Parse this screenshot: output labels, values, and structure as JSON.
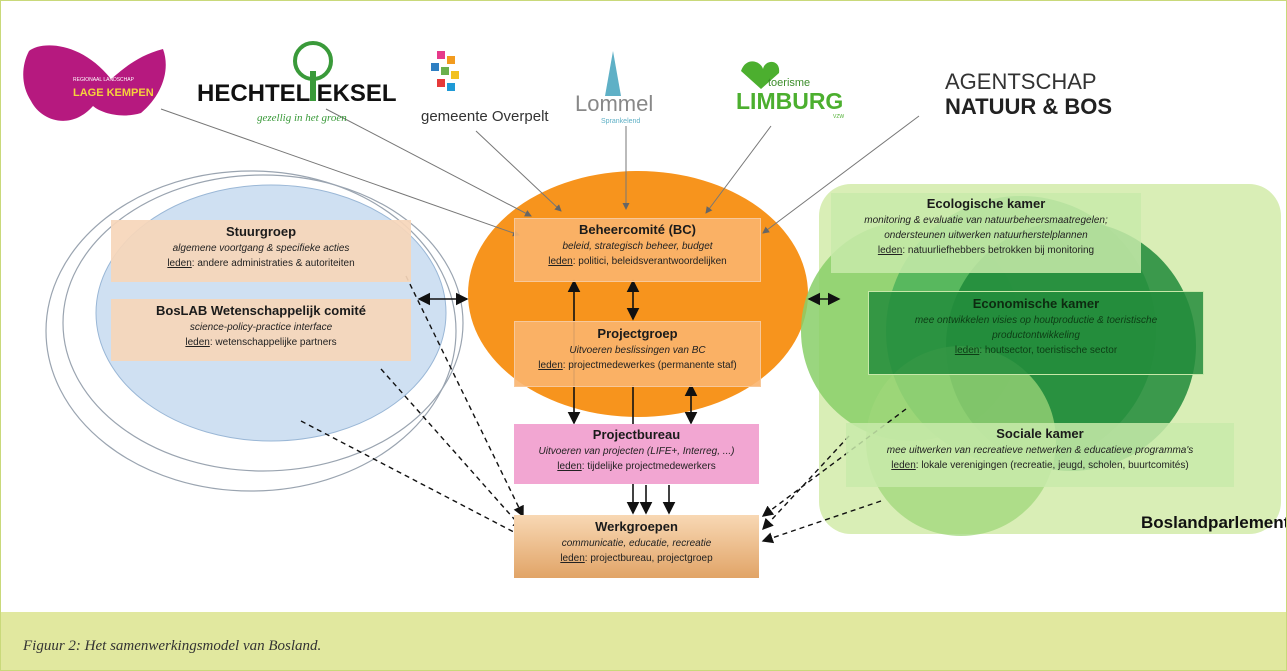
{
  "logos": {
    "lage_kempen": {
      "small": "REGIONAAL LANDSCHAP",
      "main": "LAGE KEMPEN"
    },
    "hechtel": {
      "main": "HECHTEL EKSEL",
      "tagline": "gezellig in het groen"
    },
    "overpelt": {
      "main": "gemeente Overpelt"
    },
    "lommel": {
      "main": "Lommel",
      "sub": "Sprankelend"
    },
    "toerisme": {
      "top": "toerisme",
      "main": "LIMBURG",
      "small": "VZW"
    },
    "anb": {
      "line1": "AGENTSCHAP",
      "line2": "NATUUR & BOS"
    }
  },
  "left": {
    "stuurgroep": {
      "title": "Stuurgroep",
      "desc": "algemene voortgang & specifieke acties",
      "members_label": "leden",
      "members": ": andere administraties & autoriteiten"
    },
    "boslab": {
      "title": "BosLAB Wetenschappelijk comité",
      "desc": "science-policy-practice interface",
      "members_label": "leden",
      "members": ": wetenschappelijke partners"
    }
  },
  "center": {
    "bc": {
      "title": "Beheercomité (BC)",
      "desc": "beleid, strategisch beheer, budget",
      "members_label": "leden",
      "members": ": politici, beleidsverantwoordelijken"
    },
    "projectgroep": {
      "title": "Projectgroep",
      "desc": "Uitvoeren beslissingen van BC",
      "members_label": "leden",
      "members": ": projectmedewerkes (permanente staf)"
    },
    "projectbureau": {
      "title": "Projectbureau",
      "desc": "Uitvoeren van projecten (LIFE+, Interreg, ...)",
      "members_label": "leden",
      "members": ": tijdelijke projectmedewerkers"
    },
    "werkgroepen": {
      "title": "Werkgroepen",
      "desc": "communicatie, educatie, recreatie",
      "members_label": "leden",
      "members": ": projectbureau, projectgroep"
    }
  },
  "right": {
    "ecologische": {
      "title": "Ecologische kamer",
      "desc1": "monitoring & evaluatie van natuurbeheersmaatregelen;",
      "desc2": "ondersteunen uitwerken natuurherstelplannen",
      "members_label": "leden",
      "members": ": natuurliefhebbers betrokken bij monitoring"
    },
    "economische": {
      "title": "Economische kamer",
      "desc1": "mee ontwikkelen visies op houtproductie & toeristische",
      "desc2": "productontwikkeling",
      "members_label": "leden",
      "members": ": houtsector, toeristische sector"
    },
    "sociale": {
      "title": "Sociale kamer",
      "desc": "mee uitwerken van recreatieve netwerken & educatieve programma's",
      "members_label": "leden",
      "members": ": lokale verenigingen (recreatie, jeugd, scholen, buurtcomités)"
    },
    "parlement_label": "Boslandparlement"
  },
  "caption": "Figuur 2: Het samenwerkingsmodel van Bosland.",
  "colors": {
    "orange": "#f7941d",
    "green_light": "#d6ecb0",
    "green_dark": "#2f9e44",
    "blue": "#cfe0f2",
    "pink": "#f3a6d3",
    "box_peach": "#f7d2b0",
    "border": "#c9d97a",
    "caption_bg": "#e1e89f"
  }
}
